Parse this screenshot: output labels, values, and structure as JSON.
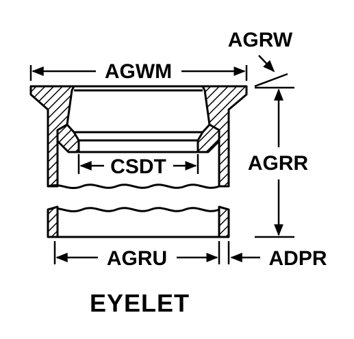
{
  "diagram": {
    "title": "EYELET",
    "labels": {
      "agrw": "AGRW",
      "agwm": "AGWM",
      "csdt": "CSDT",
      "agrr": "AGRR",
      "agru": "AGRU",
      "adpr": "ADPR"
    },
    "colors": {
      "line": "#000000",
      "background": "#ffffff"
    }
  }
}
